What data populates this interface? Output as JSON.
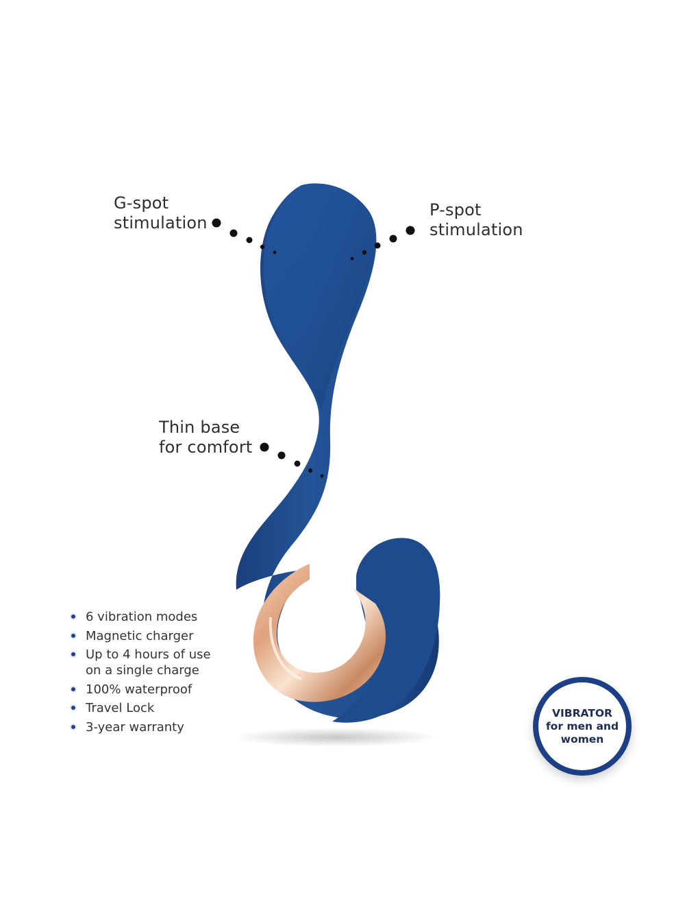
{
  "callouts": {
    "gspot": [
      "G-spot",
      "stimulation"
    ],
    "pspot": [
      "P-spot",
      "stimulation"
    ],
    "thinbase": [
      "Thin base",
      "for comfort"
    ]
  },
  "features": [
    [
      "6 vibration modes"
    ],
    [
      "Magnetic charger"
    ],
    [
      "Up to 4 hours of use",
      "on a single charge"
    ],
    [
      "100% waterproof"
    ],
    [
      "Travel Lock"
    ],
    [
      "3-year warranty"
    ]
  ],
  "badge": [
    "VIBRATOR",
    "for men and",
    "women"
  ],
  "colors": {
    "product_blue": "#1f4f93",
    "rose_gold": "#e6b08f",
    "badge_ring": "#1d3f86",
    "dots": "#111111"
  }
}
